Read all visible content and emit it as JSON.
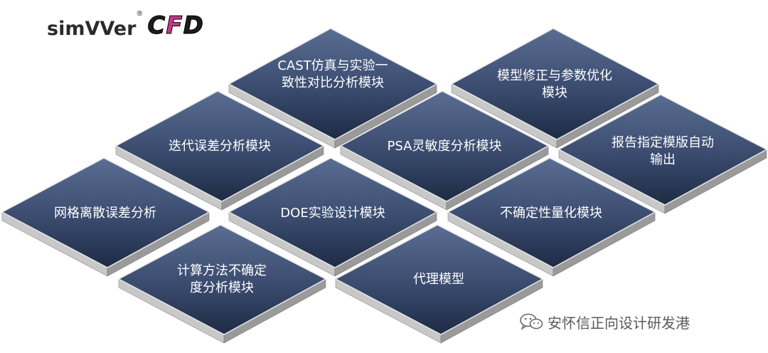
{
  "logo": {
    "brand_text": "simVVer",
    "registered_mark": "®",
    "product_letters": [
      "C",
      "F",
      "D"
    ]
  },
  "tiles": [
    {
      "id": "cast",
      "lines": [
        "CAST仿真与实验一",
        "致性对比分析模块"
      ]
    },
    {
      "id": "model-correction",
      "lines": [
        "模型修正与参数优化",
        "模块"
      ]
    },
    {
      "id": "iterative-error",
      "lines": [
        "迭代误差分析模块"
      ]
    },
    {
      "id": "psa",
      "lines": [
        "PSA灵敏度分析模块"
      ]
    },
    {
      "id": "report-export",
      "lines": [
        "报告指定模版自动",
        "输出"
      ]
    },
    {
      "id": "grid-discretization",
      "lines": [
        "网格离散误差分析"
      ]
    },
    {
      "id": "doe",
      "lines": [
        "DOE实验设计模块"
      ]
    },
    {
      "id": "uncertainty-quant",
      "lines": [
        "不确定性量化模块"
      ]
    },
    {
      "id": "method-uncertainty",
      "lines": [
        "计算方法不确定",
        "度分析模块"
      ]
    },
    {
      "id": "surrogate",
      "lines": [
        "代理模型"
      ]
    }
  ],
  "watermark": {
    "icon": "wechat-icon",
    "text": "安怀信正向设计研发港"
  },
  "colors": {
    "tile_top": "#4f6286",
    "tile_bottom": "#1f2d47",
    "tile_side": "#c8c8c8",
    "tile_side_dark": "#9a9a9a"
  }
}
